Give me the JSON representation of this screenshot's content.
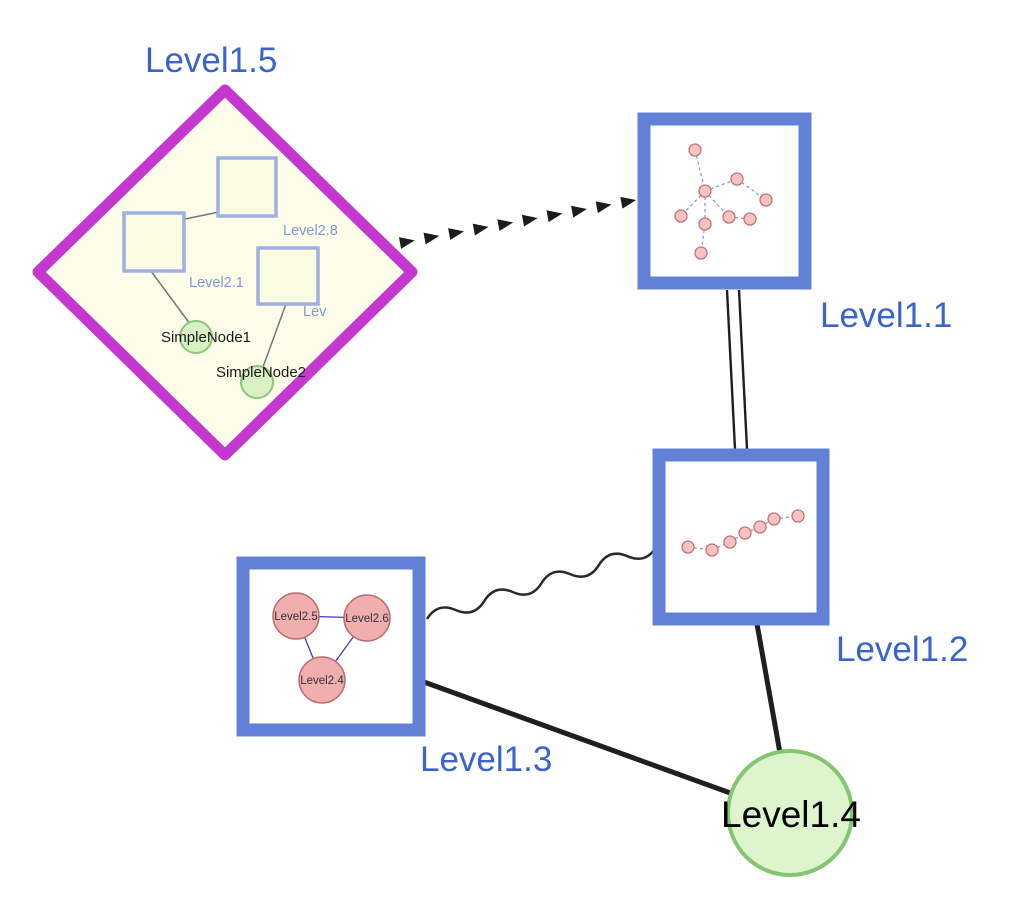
{
  "diagram": {
    "nodes": {
      "level1_5": "Level1.5",
      "level1_1": "Level1.1",
      "level1_2": "Level1.2",
      "level1_3": "Level1.3",
      "level1_4": "Level1.4"
    },
    "level1_5_children": {
      "level2_8": "Level2.8",
      "level2_1": "Level2.1",
      "level2_x": "Lev",
      "simple_node_1": "SimpleNode1",
      "simple_node_2": "SimpleNode2"
    },
    "level1_3_children": {
      "level2_5": "Level2.5",
      "level2_6": "Level2.6",
      "level2_4": "Level2.4"
    },
    "edges": [
      {
        "from": "Level1.5",
        "to": "Level1.1",
        "style": "dashed-arrowheads"
      },
      {
        "from": "Level1.1",
        "to": "Level1.2",
        "style": "double-line"
      },
      {
        "from": "Level1.3",
        "to": "Level1.2",
        "style": "wavy"
      },
      {
        "from": "Level1.3",
        "to": "Level1.4",
        "style": "solid"
      },
      {
        "from": "Level1.2",
        "to": "Level1.4",
        "style": "solid"
      },
      {
        "from": "Level2.8",
        "to": "Level2.1",
        "style": "solid"
      },
      {
        "from": "Level2.1",
        "to": "SimpleNode1",
        "style": "solid"
      },
      {
        "from": "Lev",
        "to": "SimpleNode2",
        "style": "solid"
      },
      {
        "from": "Level2.5",
        "to": "Level2.6",
        "style": "solid"
      },
      {
        "from": "Level2.5",
        "to": "Level2.4",
        "style": "solid"
      },
      {
        "from": "Level2.6",
        "to": "Level2.4",
        "style": "solid"
      }
    ],
    "colors": {
      "label_blue": "#3a64cb",
      "diamond_border_magenta": "#c538cf",
      "diamond_fill_yellow": "#fdfdea",
      "group_border_blue": "#6281d6",
      "inner_square_border": "#9cb0e2",
      "green_node_fill": "#d9efc4",
      "green_node_border": "#85c671",
      "pink_node_fill": "#f0aeae",
      "pink_node_border": "#b66e6e",
      "edge_black": "#1f1f1f",
      "inner_edge_blue": "#3c3cc8",
      "dashed_edge_blue": "#8591d2"
    }
  }
}
